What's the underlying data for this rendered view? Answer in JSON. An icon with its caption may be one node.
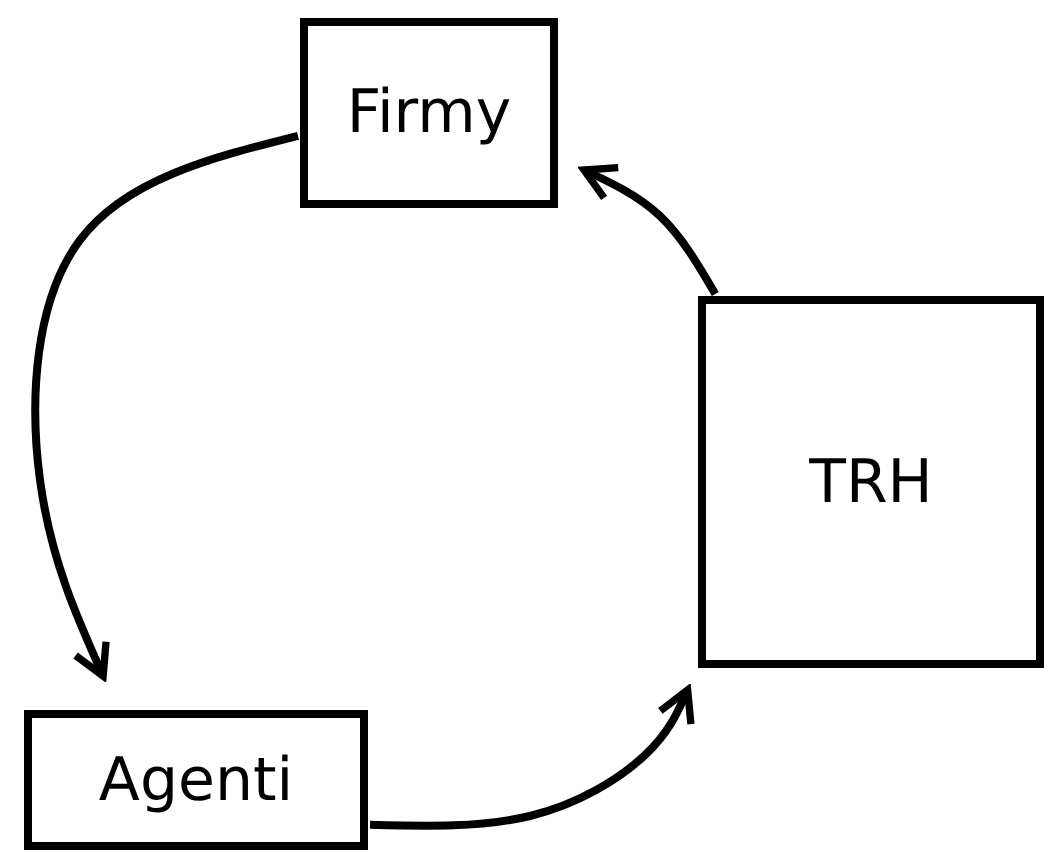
{
  "diagram": {
    "nodes": [
      {
        "text": [
          "Firmy"
        ]
      },
      {
        "text": [
          "TRH"
        ]
      },
      {
        "text": [
          "Agenti"
        ]
      }
    ],
    "edges": [
      {
        "from": 0,
        "to": 2,
        "arrow": "to"
      },
      {
        "from": 2,
        "to": 1,
        "arrow": "to"
      },
      {
        "from": 1,
        "to": 0,
        "arrow": "to"
      }
    ]
  }
}
